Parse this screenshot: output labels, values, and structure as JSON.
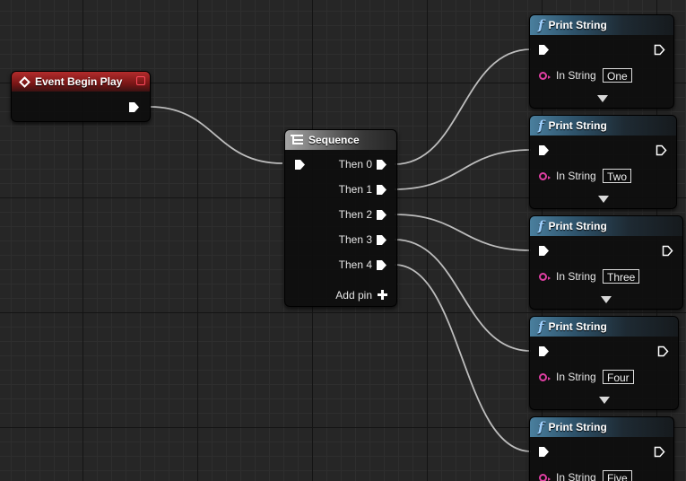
{
  "event_node": {
    "title": "Event Begin Play"
  },
  "sequence_node": {
    "title": "Sequence",
    "outputs": [
      "Then 0",
      "Then 1",
      "Then 2",
      "Then 3",
      "Then 4"
    ],
    "add_pin_label": "Add pin"
  },
  "print_nodes": [
    {
      "title": "Print String",
      "input_label": "In String",
      "value": "One"
    },
    {
      "title": "Print String",
      "input_label": "In String",
      "value": "Two"
    },
    {
      "title": "Print String",
      "input_label": "In String",
      "value": "Three"
    },
    {
      "title": "Print String",
      "input_label": "In String",
      "value": "Four"
    },
    {
      "title": "Print String",
      "input_label": "In String",
      "value": "Five"
    }
  ],
  "colors": {
    "event_header": "#a52525",
    "function_header": "#3f6f8e",
    "sequence_header": "#8a8a8a",
    "string_pin": "#e03fa3",
    "exec_wire": "#bdbdbd"
  }
}
